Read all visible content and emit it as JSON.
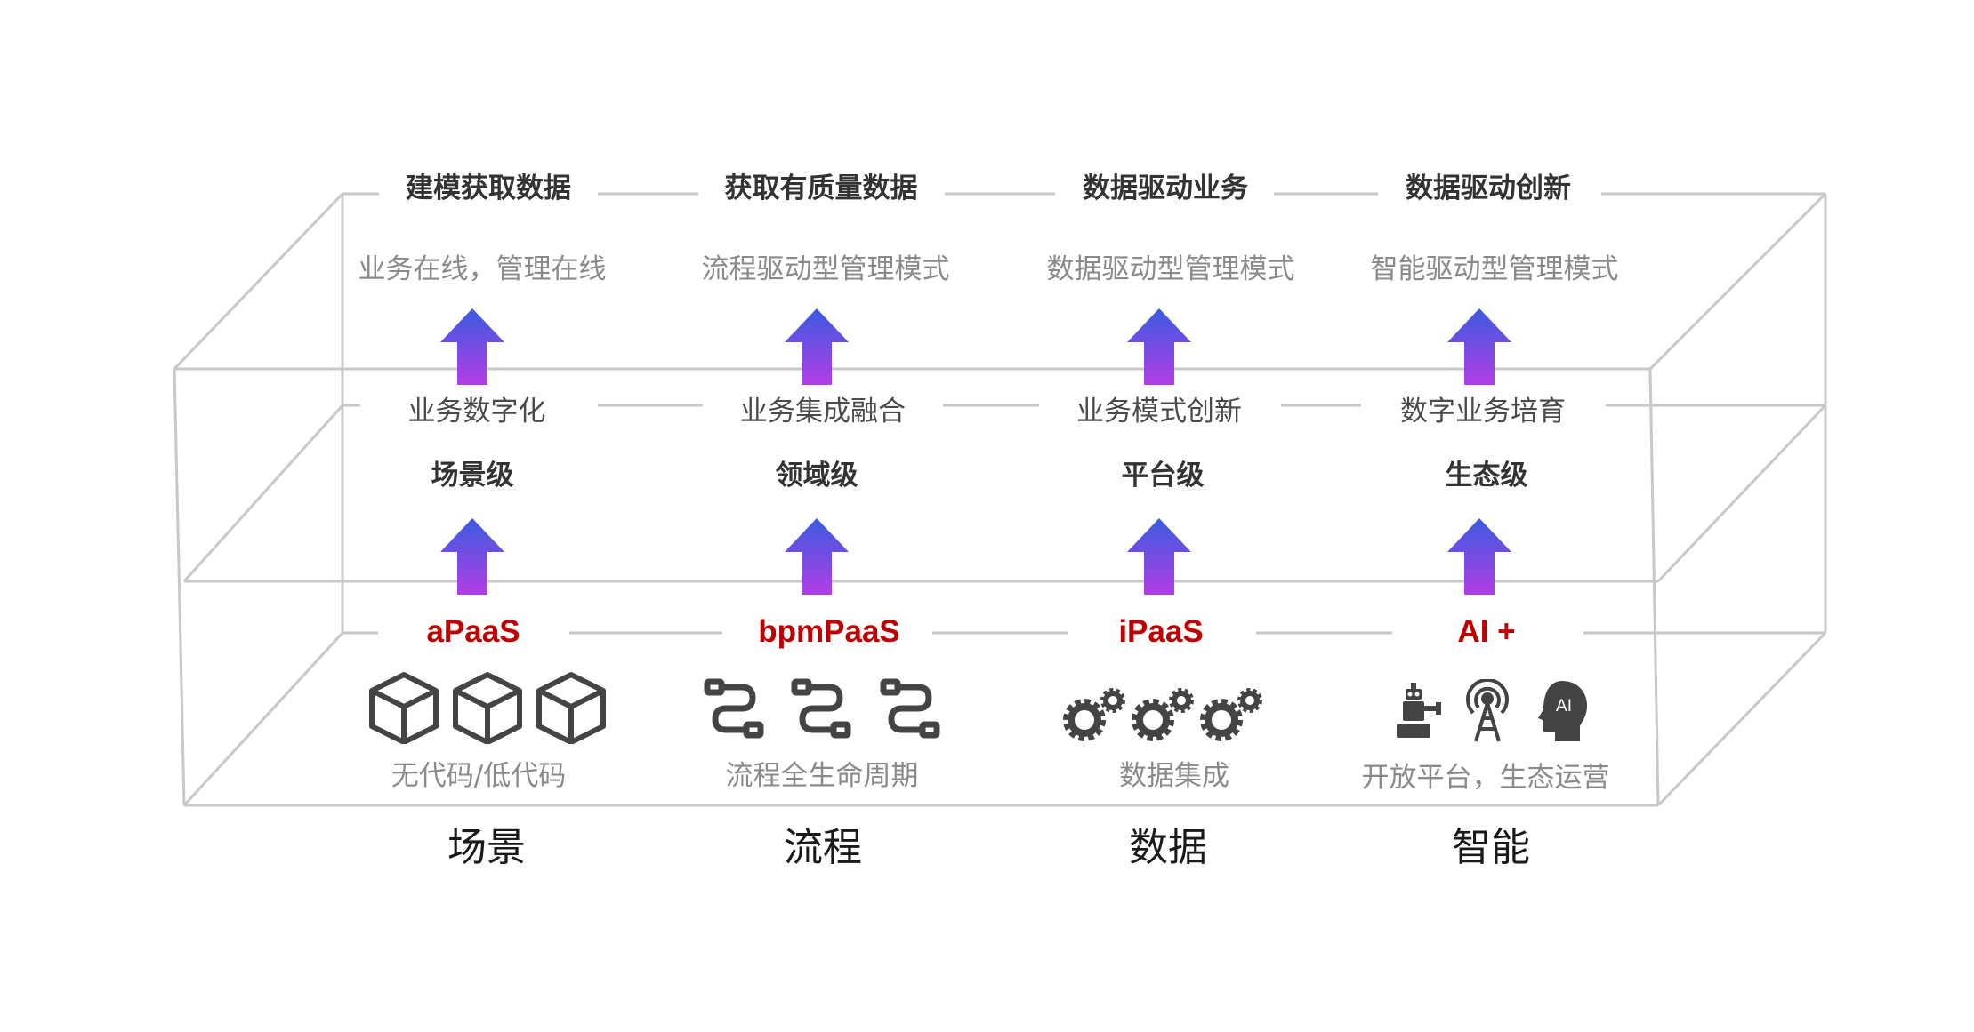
{
  "columns": [
    {
      "title": "建模获取数据",
      "mode": "业务在线，管理在线",
      "value": "业务数字化",
      "level": "场景级",
      "platform": "aPaaS",
      "icons": [
        "cube-icon",
        "cube-icon",
        "cube-icon"
      ],
      "desc": "无代码/低代码",
      "domain": "场景"
    },
    {
      "title": "获取有质量数据",
      "mode": "流程驱动型管理模式",
      "value": "业务集成融合",
      "level": "领域级",
      "platform": "bpmPaaS",
      "icons": [
        "workflow-icon",
        "workflow-icon",
        "workflow-icon"
      ],
      "desc": "流程全生命周期",
      "domain": "流程"
    },
    {
      "title": "数据驱动业务",
      "mode": "数据驱动型管理模式",
      "value": "业务模式创新",
      "level": "平台级",
      "platform": "iPaaS",
      "icons": [
        "gears-icon",
        "gears-icon",
        "gears-icon"
      ],
      "desc": "数据集成",
      "domain": "数据"
    },
    {
      "title": "数据驱动创新",
      "mode": "智能驱动型管理模式",
      "value": "数字业务培育",
      "level": "生态级",
      "platform": "AI +",
      "icons": [
        "robot-icon",
        "antenna-icon",
        "ai-head-icon"
      ],
      "desc": "开放平台，生态运营",
      "domain": "智能",
      "ai_badge": "AI"
    }
  ],
  "colors": {
    "platform_label": "#c00000",
    "arrow_top": "#3a5be0",
    "arrow_bottom": "#b23ee6",
    "frame_line": "#c8c8c8",
    "icon": "#444444"
  }
}
